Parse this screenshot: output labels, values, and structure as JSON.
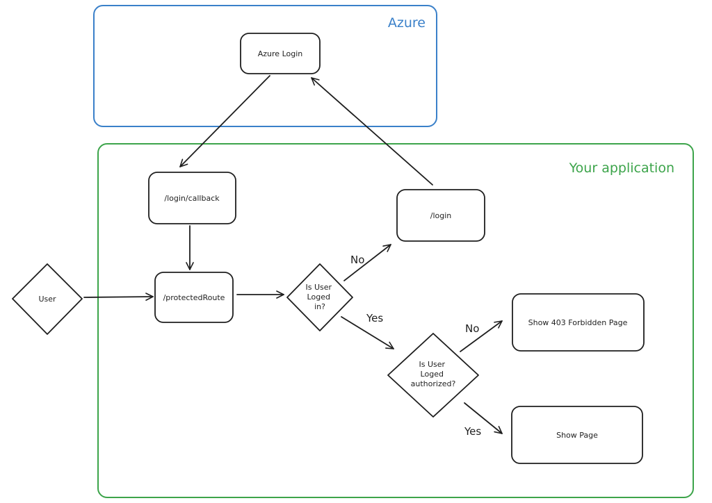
{
  "colors": {
    "azure_group": "#3a80c9",
    "app_group": "#3ca44a",
    "stroke": "#1e1e1e",
    "background": "#ffffff"
  },
  "groups": {
    "azure": "Azure",
    "app": "Your application"
  },
  "nodes": {
    "azure_login": "Azure Login",
    "login_callback": "/login/callback",
    "login": "/login",
    "user": "User",
    "protected_route": "/protectedRoute",
    "logged_in": [
      "Is User",
      "Loged",
      "in?"
    ],
    "authorized": [
      "Is User",
      "Loged",
      "authorized?"
    ],
    "forbidden": "Show 403 Forbidden Page",
    "show_page": "Show Page"
  },
  "edges": {
    "no_login": "No",
    "yes_logged_in": "Yes",
    "no_forbidden": "No",
    "yes_show": "Yes"
  }
}
